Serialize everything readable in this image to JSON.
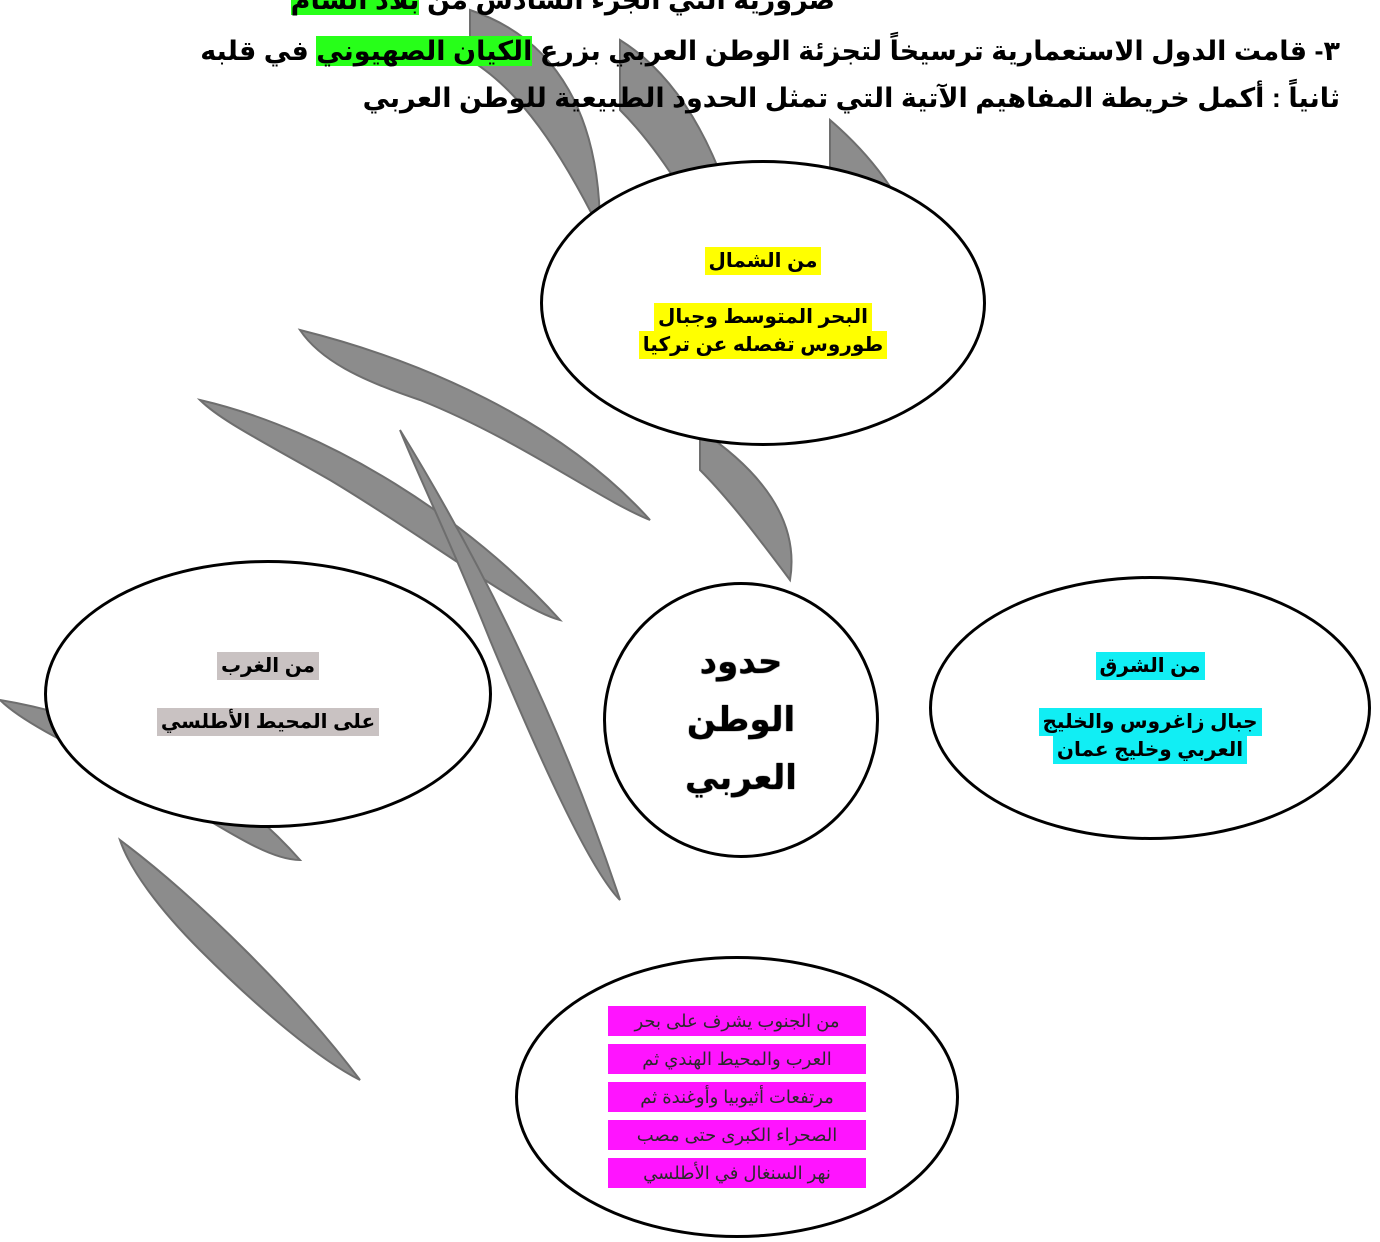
{
  "header": {
    "line0_text": "ضرورية التي الجزء السادس من ",
    "line0_highlight": "بلاد الشام",
    "line1_prefix": "٣- قامت الدول الاستعمارية ترسيخاً لتجزئة الوطن العربي بزرع ",
    "line1_highlight": "الكيان الصهيوني",
    "line1_suffix": " في قلبه",
    "line2_text": "ثانياً : أكمل خريطة المفاهيم الآتية التي تمثل الحدود الطبيعية للوطن العربي"
  },
  "concept_map": {
    "center": {
      "line1": "حدود",
      "line2": "الوطن",
      "line3": "العربي"
    },
    "north": {
      "title": "من الشمال",
      "line1": "البحر المتوسط وجبال",
      "line2": "طوروس تفصله عن تركيا"
    },
    "west": {
      "title": "من الغرب",
      "line1": "على المحيط الأطلسي"
    },
    "east": {
      "title": "من الشرق",
      "line1": "جبال زاغروس والخليج",
      "line2": "العربي وخليج عمان"
    },
    "south": {
      "line1": "من الجنوب يشرف على بحر",
      "line2": "العرب والمحيط الهندي ثم",
      "line3": "مرتفعات أثيوبيا وأوغندة ثم",
      "line4": "الصحراء الكبرى حتى مصب",
      "line5": "نهر السنغال في الأطلسي"
    }
  },
  "colors": {
    "green_highlight": "#27ff19",
    "yellow_highlight": "#ffff00",
    "cyan_highlight": "#11eef4",
    "grey_highlight": "#c9c2c2",
    "magenta_highlight": "#ff14ff",
    "watermark": "#8c8c8c"
  }
}
